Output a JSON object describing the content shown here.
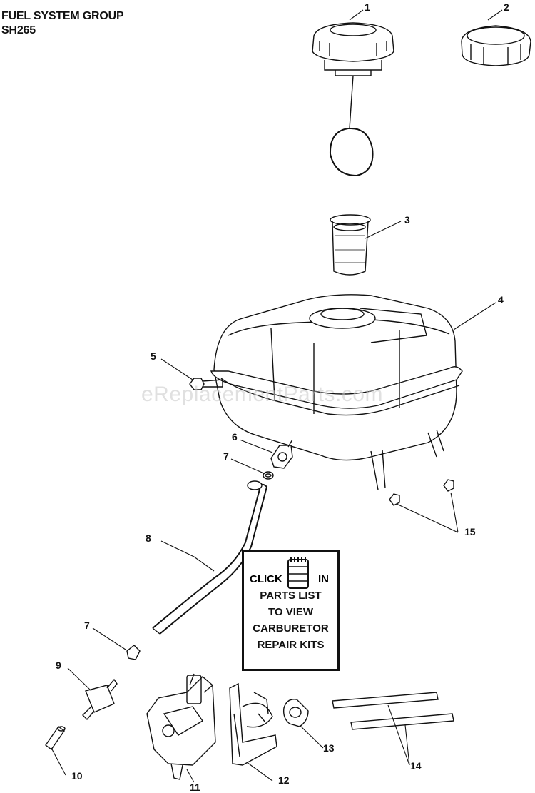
{
  "header": {
    "title_line1": "FUEL SYSTEM GROUP",
    "title_line2": "SH265"
  },
  "watermark": "eReplacementParts.com",
  "callouts": [
    {
      "number": "1"
    },
    {
      "number": "2"
    },
    {
      "number": "3"
    },
    {
      "number": "4"
    },
    {
      "number": "5"
    },
    {
      "number": "6"
    },
    {
      "number": "7"
    },
    {
      "number": "7"
    },
    {
      "number": "8"
    },
    {
      "number": "9"
    },
    {
      "number": "10"
    },
    {
      "number": "11"
    },
    {
      "number": "12"
    },
    {
      "number": "13"
    },
    {
      "number": "14"
    },
    {
      "number": "15"
    }
  ],
  "parts_list_box": {
    "click": "CLICK",
    "in": "IN",
    "line2": "PARTS LIST",
    "line3": "TO VIEW",
    "line4": "CARBURETOR",
    "line5": "REPAIR KITS",
    "icon": "parts-list-icon"
  }
}
